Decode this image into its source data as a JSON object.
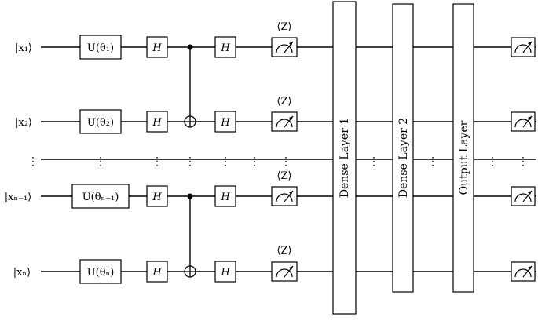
{
  "rows": [
    {
      "ket": "|x₁⟩",
      "unitary": "U(θ₁)",
      "gate_in": "H",
      "gate_out": "H",
      "expect": "⟨Z⟩",
      "cnot_role": "control"
    },
    {
      "ket": "|x₂⟩",
      "unitary": "U(θ₂)",
      "gate_in": "H",
      "gate_out": "H",
      "expect": "⟨Z⟩",
      "cnot_role": "target"
    },
    {
      "ket": "|xₙ₋₁⟩",
      "unitary": "U(θₙ₋₁)",
      "gate_in": "H",
      "gate_out": "H",
      "expect": "⟨Z⟩",
      "cnot_role": "control"
    },
    {
      "ket": "|xₙ⟩",
      "unitary": "U(θₙ)",
      "gate_in": "H",
      "gate_out": "H",
      "expect": "⟨Z⟩",
      "cnot_role": "target"
    }
  ],
  "ellipsis": "⋮",
  "layers": [
    {
      "label": "Dense Layer 1"
    },
    {
      "label": "Dense Layer 2"
    },
    {
      "label": "Output Layer"
    }
  ],
  "icons": {
    "meter": "measurement-meter-icon",
    "cnot_control": "cnot-control-dot",
    "cnot_target": "cnot-target-oplus"
  }
}
